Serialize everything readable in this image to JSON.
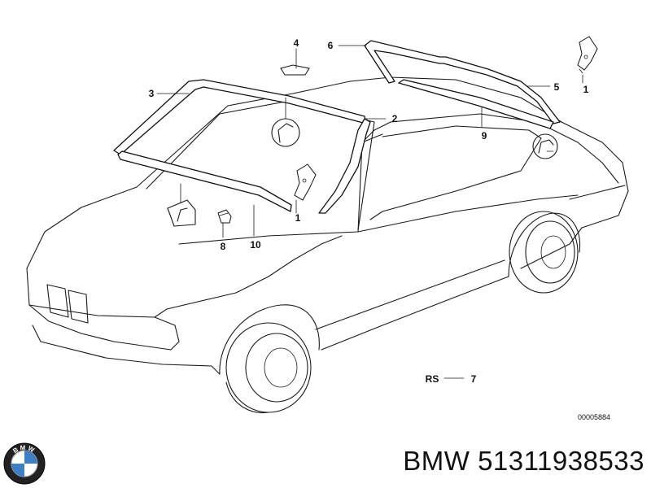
{
  "diagram": {
    "callouts": {
      "c1a": "1",
      "c1b": "1",
      "c2": "2",
      "c3": "3",
      "c4": "4",
      "c5": "5",
      "c6": "6",
      "c7": "7",
      "c8": "8",
      "c9": "9",
      "c10": "10"
    },
    "rs_label": "RS",
    "reference_number": "00005884"
  },
  "footer": {
    "logo_text": "BMW",
    "part_label": "BMW 51311938533"
  },
  "colors": {
    "line": "#1a1a1a",
    "logo_blue": "#3b7fc4",
    "logo_ring": "#111111",
    "background": "#ffffff"
  }
}
